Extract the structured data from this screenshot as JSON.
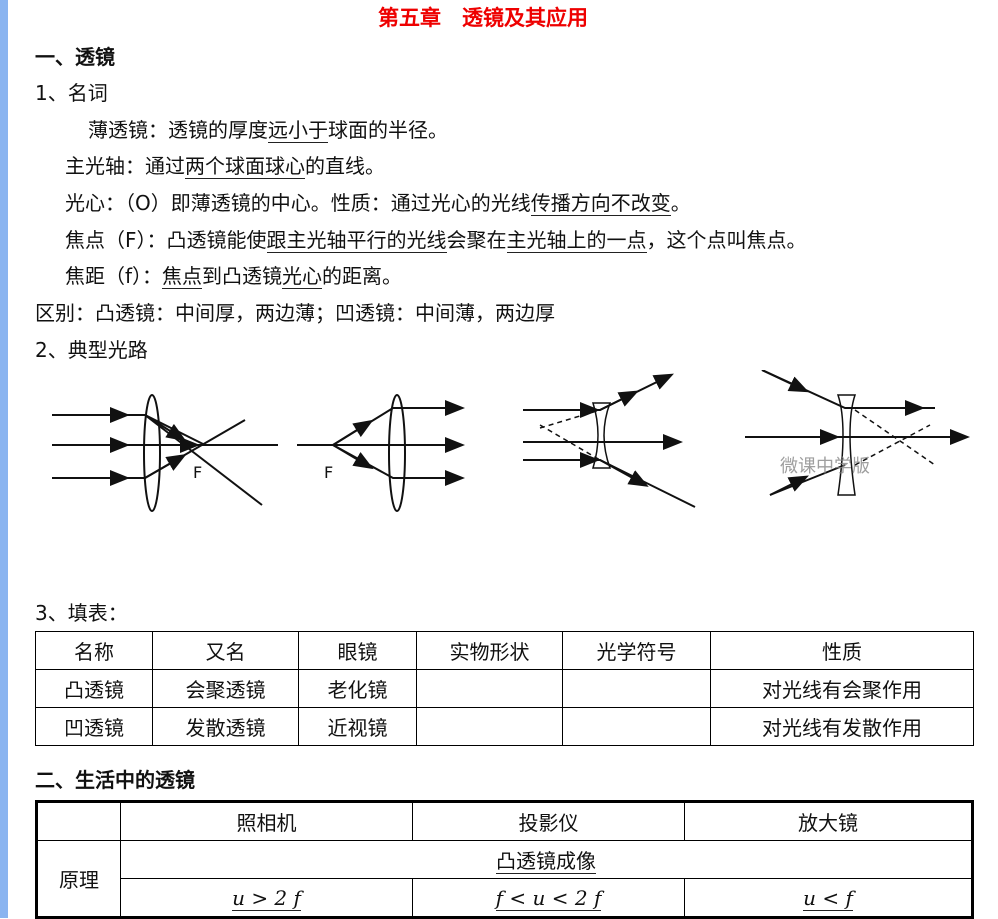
{
  "title": "第五章　透镜及其应用",
  "s1": {
    "heading": "一、透镜",
    "sub1": "1、名词",
    "l1": [
      "薄透镜：透镜的厚度",
      "远小于",
      "球面的半径。"
    ],
    "l2": [
      "主光轴：通过",
      "两个球面球心",
      "的直线。"
    ],
    "l3": [
      "光心：（O）即薄透镜的中心。性质：通过光心的光线",
      "传播方向不改变",
      "。"
    ],
    "l4": [
      "焦点（F）：凸透镜能使",
      "跟主光轴平行的光线",
      "会聚在",
      "主光轴上的一点",
      "，这个点叫焦点。"
    ],
    "l5": [
      "焦距（f）：",
      "焦点",
      "到凸透镜",
      "光心",
      "的距离。"
    ],
    "l6": "区别：凸透镜：中间厚，两边薄；凹透镜：中间薄，两边厚",
    "sub2": "2、典型光路",
    "focus": "F",
    "watermark": "微课中学版",
    "sub3": "3、填表：",
    "table": {
      "headers": [
        "名称",
        "又名",
        "眼镜",
        "实物形状",
        "光学符号",
        "性质"
      ],
      "rows": [
        [
          "凸透镜",
          "会聚透镜",
          "老化镜",
          "",
          "",
          "对光线有会聚作用"
        ],
        [
          "凹透镜",
          "发散透镜",
          "近视镜",
          "",
          "",
          "对光线有发散作用"
        ]
      ]
    }
  },
  "s2": {
    "heading": "二、生活中的透镜",
    "headers": [
      "",
      "照相机",
      "投影仪",
      "放大镜"
    ],
    "row_label": "原理",
    "principle": "凸透镜成像",
    "conditions": [
      "u > 2 f",
      "f < u < 2 f",
      "u < f"
    ]
  }
}
